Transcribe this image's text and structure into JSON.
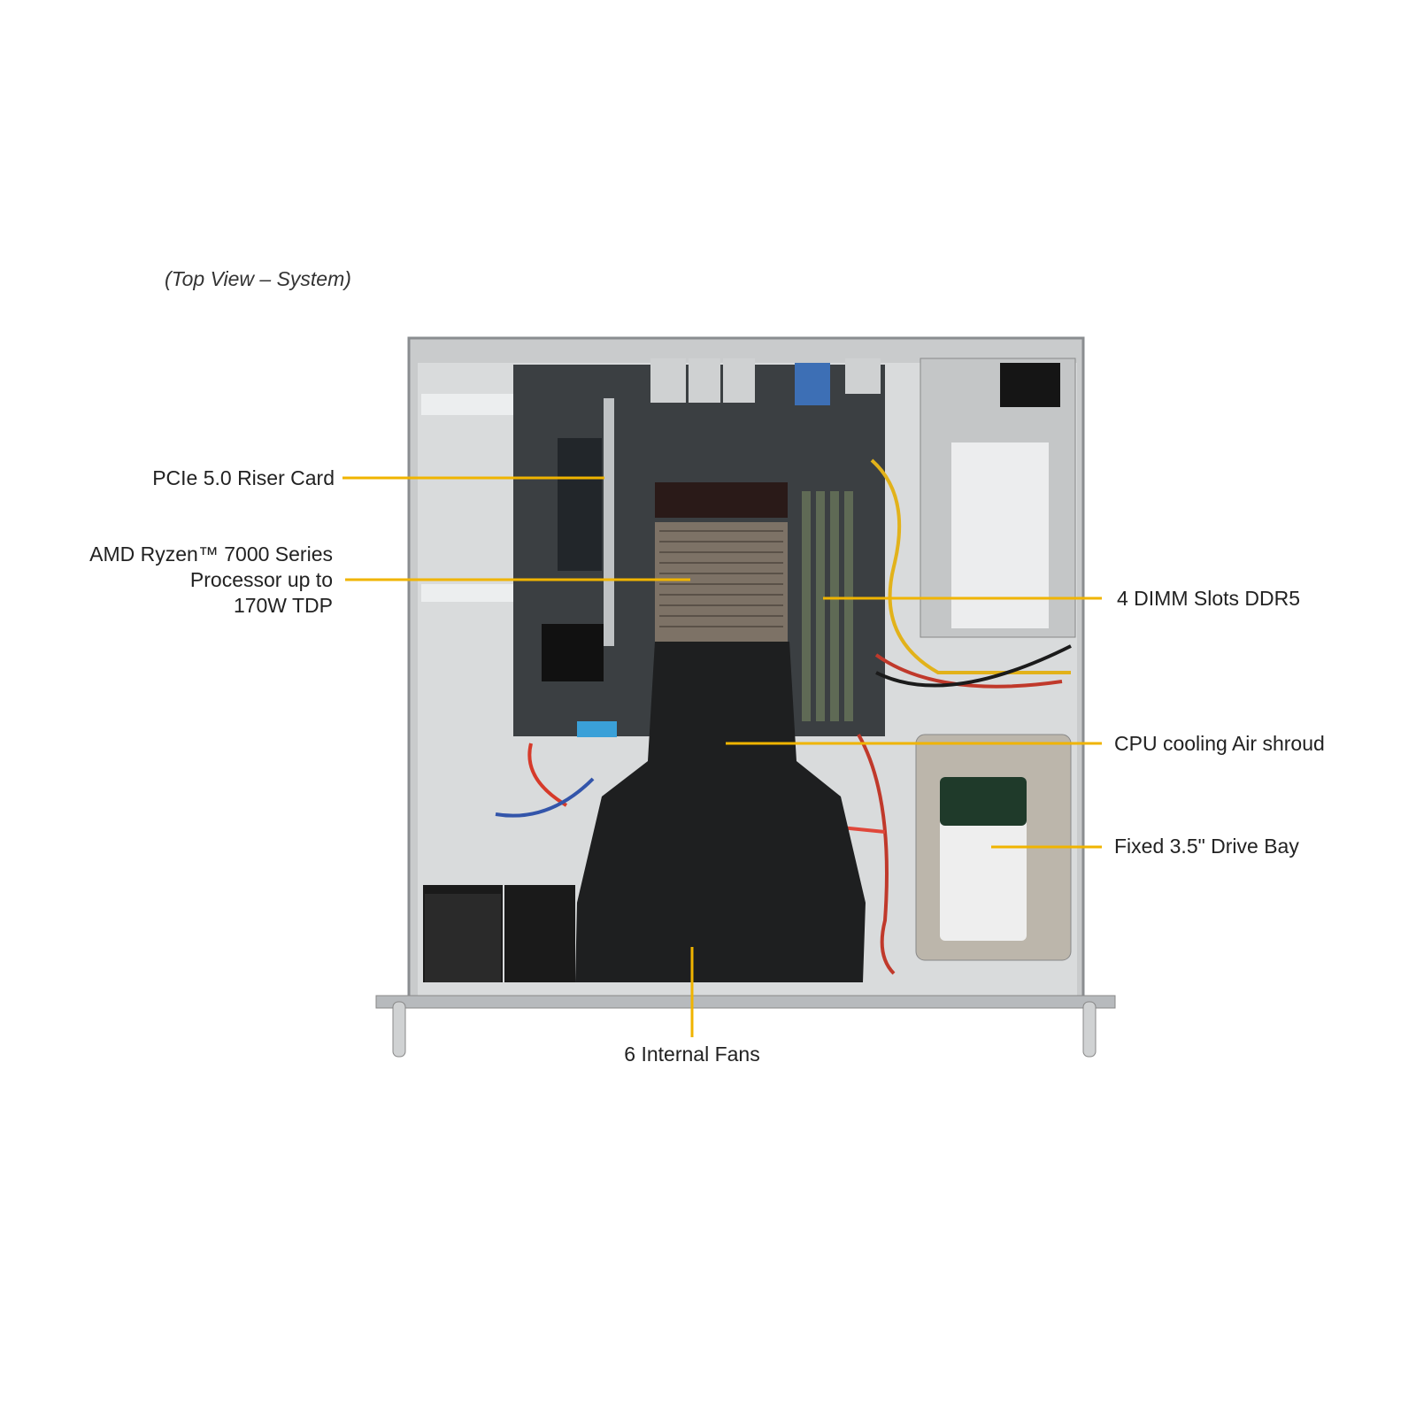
{
  "caption": "(Top View – System)",
  "callouts": {
    "riser": "PCIe 5.0 Riser Card",
    "cpu_line1": "AMD Ryzen™  7000 Series",
    "cpu_line2": "Processor up to",
    "cpu_line3": "170W TDP",
    "dimm": "4 DIMM  Slots DDR5",
    "shroud": "CPU cooling Air shroud",
    "drive": "Fixed 3.5\" Drive Bay",
    "fans": "6 Internal  Fans"
  },
  "colors": {
    "leader": "#f0b400",
    "shroud": "#1e1f20",
    "board": "#3b3f42"
  }
}
